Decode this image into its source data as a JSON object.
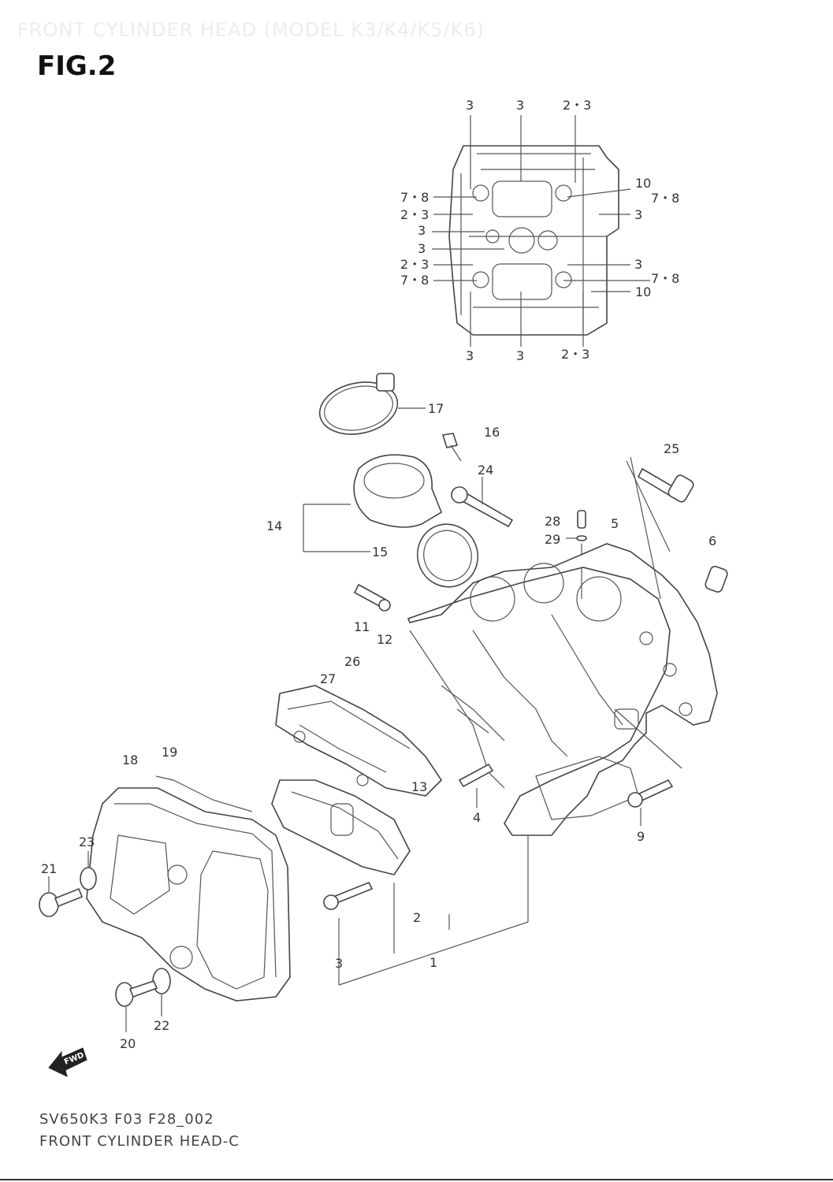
{
  "header": {
    "ghost_title": "FRONT CYLINDER HEAD (MODEL K3/K4/K5/K6)",
    "fig_label": "FIG.2"
  },
  "callouts": {
    "top_view": {
      "c1": "3",
      "c2": "3",
      "c3": "2・3",
      "c4": "7・8",
      "c5": "2・3",
      "c6": "3",
      "c7": "3",
      "c8": "2・3",
      "c9": "7・8",
      "c10": "10",
      "c11": "7・8",
      "c12": "3",
      "c13": "3",
      "c14": "7・8",
      "c15": "10",
      "c16": "3",
      "c17": "3",
      "c18": "2・3"
    },
    "exploded": {
      "p17": "17",
      "p16": "16",
      "p25": "25",
      "p24": "24",
      "p14": "14",
      "p15": "15",
      "p28": "28",
      "p29": "29",
      "p5": "5",
      "p6": "6",
      "p11": "11",
      "p12": "12",
      "p26": "26",
      "p27": "27",
      "p18": "18",
      "p19": "19",
      "p13": "13",
      "p4": "4",
      "p9": "9",
      "p23": "23",
      "p21": "21",
      "p2": "2",
      "p1": "1",
      "p3": "3",
      "p22": "22",
      "p20": "20"
    }
  },
  "fwd_badge": "FWD",
  "footer": {
    "code": "SV650K3 F03 F28_002",
    "name": "FRONT CYLINDER HEAD-C"
  }
}
